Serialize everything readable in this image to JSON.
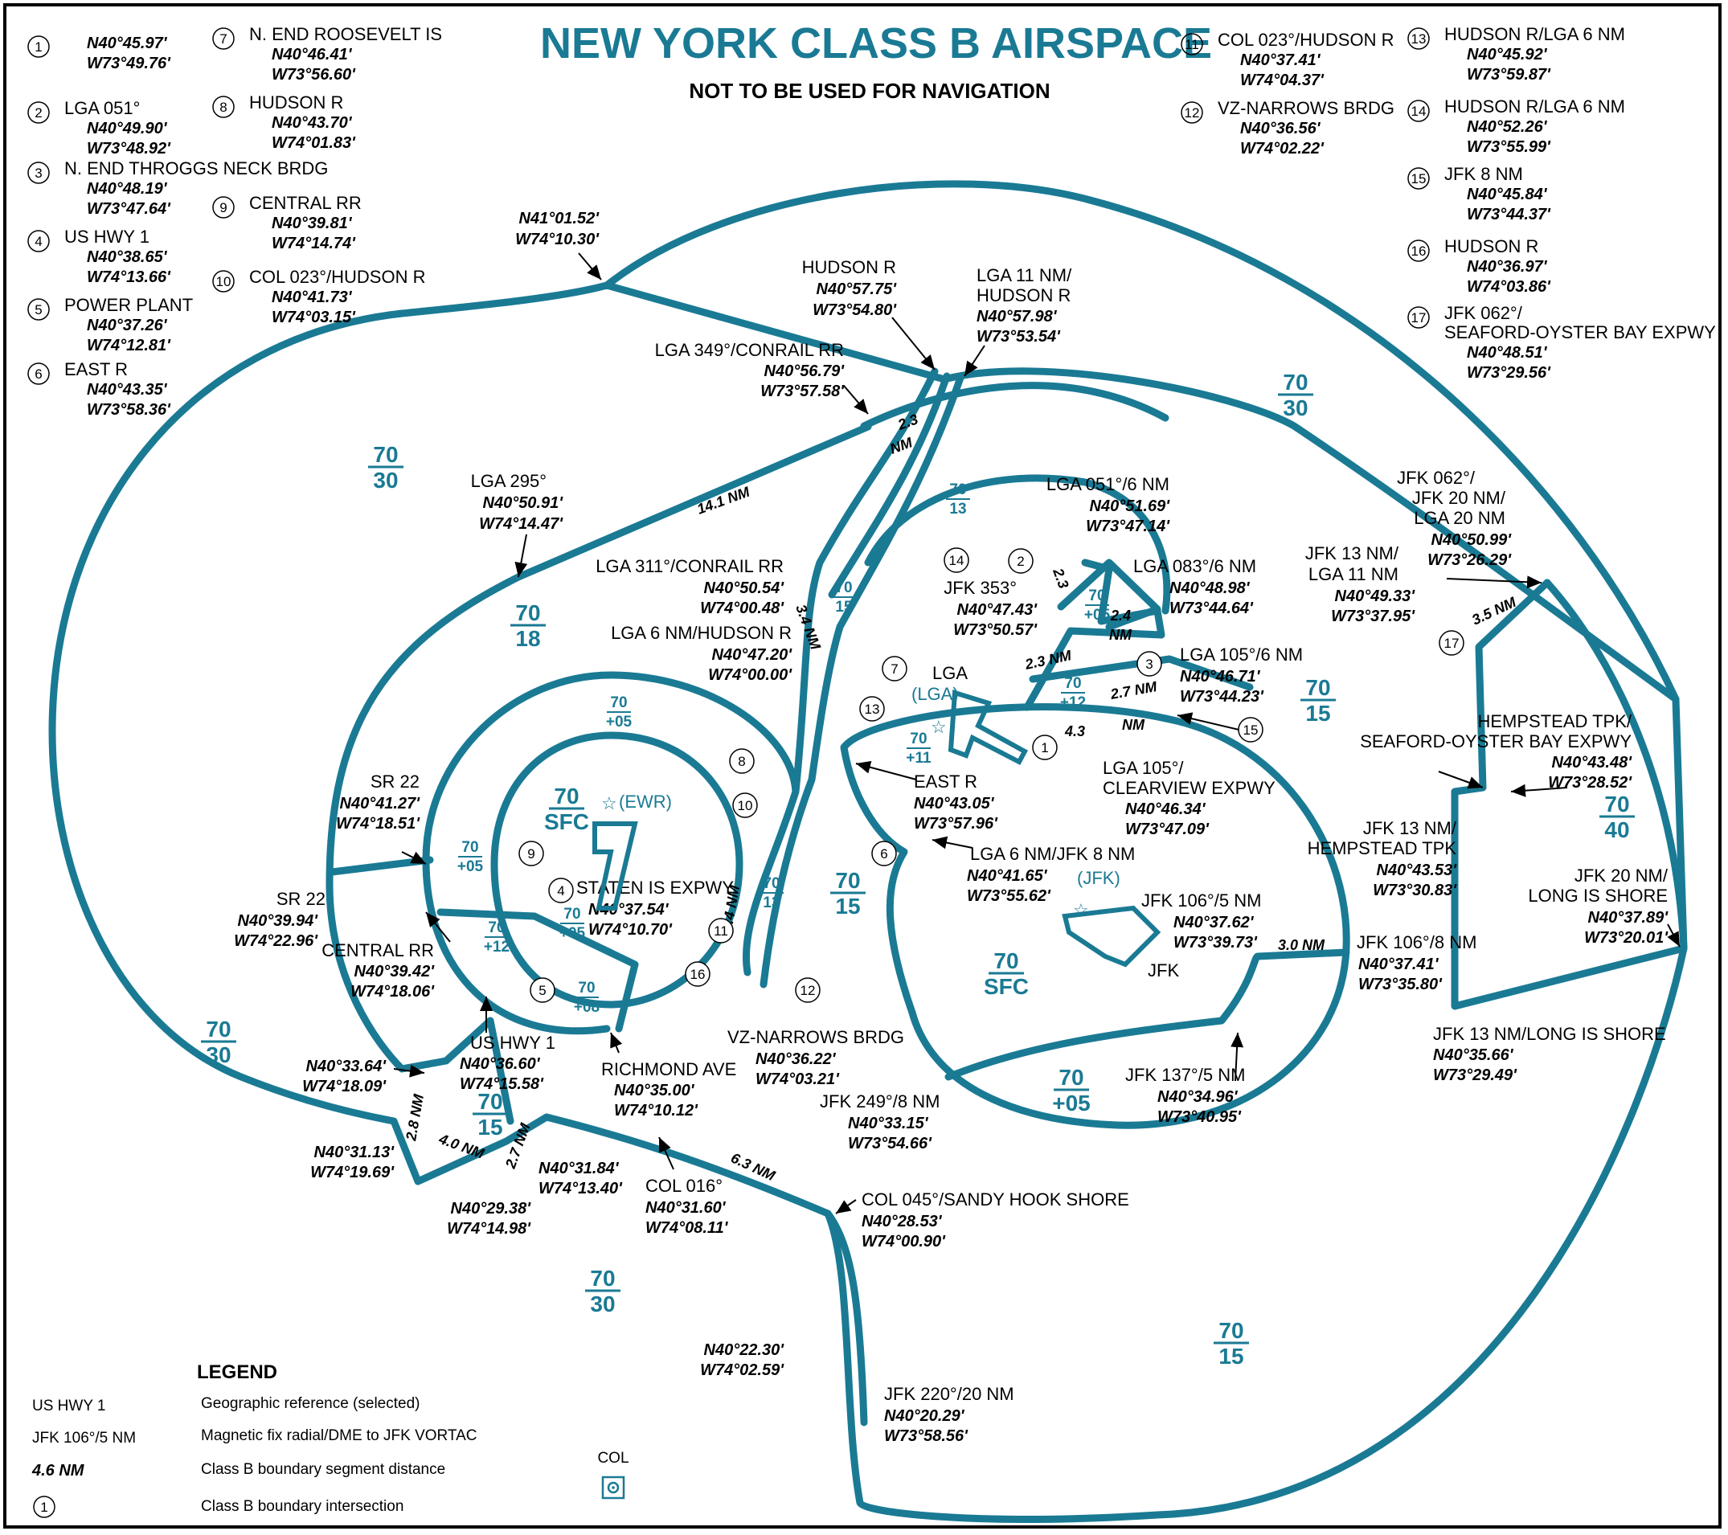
{
  "title": "NEW YORK CLASS B AIRSPACE",
  "subtitle": "NOT TO BE USED FOR NAVIGATION",
  "colors": {
    "boundary": "#1a7a94",
    "text": "#000000"
  },
  "points_left": [
    {
      "n": "1",
      "name": "",
      "lat": "N40°45.97'",
      "lon": "W73°49.76'"
    },
    {
      "n": "2",
      "name": "LGA 051°",
      "lat": "N40°49.90'",
      "lon": "W73°48.92'"
    },
    {
      "n": "3",
      "name": "N. END THROGGS NECK BRDG",
      "lat": "N40°48.19'",
      "lon": "W73°47.64'"
    },
    {
      "n": "4",
      "name": "US HWY 1",
      "lat": "N40°38.65'",
      "lon": "W74°13.66'"
    },
    {
      "n": "5",
      "name": "POWER PLANT",
      "lat": "N40°37.26'",
      "lon": "W74°12.81'"
    },
    {
      "n": "6",
      "name": "EAST R",
      "lat": "N40°43.35'",
      "lon": "W73°58.36'"
    }
  ],
  "points_mid": [
    {
      "n": "7",
      "name": "N. END ROOSEVELT IS",
      "lat": "N40°46.41'",
      "lon": "W73°56.60'"
    },
    {
      "n": "8",
      "name": "HUDSON R",
      "lat": "N40°43.70'",
      "lon": "W74°01.83'"
    },
    {
      "n": "9",
      "name": "CENTRAL RR",
      "lat": "N40°39.81'",
      "lon": "W74°14.74'"
    },
    {
      "n": "10",
      "name": "COL 023°/HUDSON R",
      "lat": "N40°41.73'",
      "lon": "W74°03.15'"
    }
  ],
  "points_right1": [
    {
      "n": "11",
      "name": "COL 023°/HUDSON R",
      "lat": "N40°37.41'",
      "lon": "W74°04.37'"
    },
    {
      "n": "12",
      "name": "VZ-NARROWS BRDG",
      "lat": "N40°36.56'",
      "lon": "W74°02.22'"
    }
  ],
  "points_right2": [
    {
      "n": "13",
      "name": "HUDSON R/LGA 6 NM",
      "lat": "N40°45.92'",
      "lon": "W73°59.87'"
    },
    {
      "n": "14",
      "name": "HUDSON R/LGA 6 NM",
      "lat": "N40°52.26'",
      "lon": "W73°55.99'"
    },
    {
      "n": "15",
      "name": "JFK 8 NM",
      "lat": "N40°45.84'",
      "lon": "W73°44.37'"
    },
    {
      "n": "16",
      "name": "HUDSON R",
      "lat": "N40°36.97'",
      "lon": "W74°03.86'"
    },
    {
      "n": "17",
      "name": "JFK 062°/ SEAFORD-OYSTER BAY EXPWY",
      "lat": "N40°48.51'",
      "lon": "W73°29.56'"
    }
  ],
  "map_labels": {
    "nw": {
      "lat": "N41°01.52'",
      "lon": "W74°10.30'"
    },
    "hudson_top": {
      "name": "HUDSON R",
      "lat": "N40°57.75'",
      "lon": "W73°54.80'"
    },
    "lga11": {
      "name1": "LGA 11 NM/",
      "name2": "HUDSON R",
      "lat": "N40°57.98'",
      "lon": "W73°53.54'"
    },
    "lga349": {
      "name": "LGA 349°/CONRAIL RR",
      "lat": "N40°56.79'",
      "lon": "W73°57.58'"
    },
    "lga295": {
      "name": "LGA 295°",
      "lat": "N40°50.91'",
      "lon": "W74°14.47'"
    },
    "lga311": {
      "name": "LGA 311°/CONRAIL RR",
      "lat": "N40°50.54'",
      "lon": "W74°00.48'"
    },
    "lga6hud": {
      "name": "LGA 6 NM/HUDSON R",
      "lat": "N40°47.20'",
      "lon": "W74°00.00'"
    },
    "lga051": {
      "name": "LGA 051°/6 NM",
      "lat": "N40°51.69'",
      "lon": "W73°47.14'"
    },
    "jfk353": {
      "name": "JFK 353°",
      "lat": "N40°47.43'",
      "lon": "W73°50.57'"
    },
    "lga083": {
      "name": "LGA 083°/6 NM",
      "lat": "N40°48.98'",
      "lon": "W73°44.64'"
    },
    "lga105a": {
      "name": "LGA 105°/6 NM",
      "lat": "N40°46.71'",
      "lon": "W73°44.23'"
    },
    "lga105b": {
      "name1": "LGA 105°/",
      "name2": "CLEARVIEW EXPWY",
      "lat": "N40°46.34'",
      "lon": "W73°47.09'"
    },
    "jfk062": {
      "l1": "JFK 062°/",
      "l2": "JFK 20 NM/",
      "l3": "LGA 20 NM",
      "lat": "N40°50.99'",
      "lon": "W73°26.29'"
    },
    "jfk13lga11": {
      "l1": "JFK 13 NM/",
      "l2": "LGA 11 NM",
      "lat": "N40°49.33'",
      "lon": "W73°37.95'"
    },
    "hempstead": {
      "l1": "HEMPSTEAD TPK/",
      "l2": "SEAFORD-OYSTER BAY EXPWY",
      "lat": "N40°43.48'",
      "lon": "W73°28.52'"
    },
    "jfk13hemp": {
      "l1": "JFK 13 NM/",
      "l2": "HEMPSTEAD TPK",
      "lat": "N40°43.53'",
      "lon": "W73°30.83'"
    },
    "jfk20li": {
      "l1": "JFK 20 NM/",
      "l2": "LONG IS SHORE",
      "lat": "N40°37.89'",
      "lon": "W73°20.01'"
    },
    "jfk106_8": {
      "name": "JFK 106°/8 NM",
      "lat": "N40°37.41'",
      "lon": "W73°35.80'"
    },
    "jfk13li": {
      "name": "JFK 13 NM/LONG IS SHORE",
      "lat": "N40°35.66'",
      "lon": "W73°29.49'"
    },
    "jfk106_5": {
      "name": "JFK 106°/5 NM",
      "lat": "N40°37.62'",
      "lon": "W73°39.73'"
    },
    "jfk137": {
      "name": "JFK 137°/5 NM",
      "lat": "N40°34.96'",
      "lon": "W73°40.95'"
    },
    "eastr": {
      "name": "EAST R",
      "lat": "N40°43.05'",
      "lon": "W73°57.96'"
    },
    "lga6jfk8": {
      "name": "LGA 6 NM/JFK 8 NM",
      "lat": "N40°41.65'",
      "lon": "W73°55.62'"
    },
    "sr22a": {
      "name": "SR 22",
      "lat": "N40°41.27'",
      "lon": "W74°18.51'"
    },
    "sr22b": {
      "name": "SR 22",
      "lat": "N40°39.94'",
      "lon": "W74°22.96'"
    },
    "centralrr": {
      "name": "CENTRAL RR",
      "lat": "N40°39.42'",
      "lon": "W74°18.06'"
    },
    "statenis": {
      "name": "STATEN IS EXPWY",
      "lat": "N40°37.54'",
      "lon": "W74°10.70'"
    },
    "ushwy1": {
      "name": "US HWY 1",
      "lat": "N40°36.60'",
      "lon": "W74°15.58'"
    },
    "richmond": {
      "name": "RICHMOND AVE",
      "lat": "N40°35.00'",
      "lon": "W74°10.12'"
    },
    "vz": {
      "name": "VZ-NARROWS BRDG",
      "lat": "N40°36.22'",
      "lon": "W74°03.21'"
    },
    "jfk249": {
      "name": "JFK 249°/8 NM",
      "lat": "N40°33.15'",
      "lon": "W73°54.66'"
    },
    "sw1": {
      "lat": "N40°33.64'",
      "lon": "W74°18.09'"
    },
    "sw2": {
      "lat": "N40°31.13'",
      "lon": "W74°19.69'"
    },
    "sw3": {
      "lat": "N40°29.38'",
      "lon": "W74°14.98'"
    },
    "sw4": {
      "lat": "N40°31.84'",
      "lon": "W74°13.40'"
    },
    "col016": {
      "name": "COL 016°",
      "lat": "N40°31.60'",
      "lon": "W74°08.11'"
    },
    "col045": {
      "name": "COL 045°/SANDY HOOK SHORE",
      "lat": "N40°28.53'",
      "lon": "W74°00.90'"
    },
    "s1": {
      "lat": "N40°22.30'",
      "lon": "W74°02.59'"
    },
    "jfk220": {
      "name": "JFK 220°/20 NM",
      "lat": "N40°20.29'",
      "lon": "W73°58.56'"
    }
  },
  "segments": {
    "s23": "2.3",
    "nm": "NM",
    "s141": "14.1 NM",
    "s34": "3.4 NM",
    "s44": "4.4 NM",
    "s23b": "2.3",
    "s24": "2.4",
    "s23c": "2.3 NM",
    "s27": "2.7 NM",
    "s43": "4.3",
    "s35": "3.5 NM",
    "s30": "3.0 NM",
    "s28": "2.8 NM",
    "s40": "4.0 NM",
    "s27b": "2.7 NM",
    "s63": "6.3 NM"
  },
  "altitudes": {
    "nw": [
      "70",
      "30"
    ],
    "ne": [
      "70",
      "30"
    ],
    "w": [
      "70",
      "30"
    ],
    "s": [
      "70",
      "30"
    ],
    "se": [
      "70",
      "15"
    ],
    "r": [
      "70",
      "15"
    ],
    "mid": [
      "70",
      "15"
    ],
    "ewr_sw": [
      "70",
      "15"
    ],
    "a18": [
      "70",
      "18"
    ],
    "ewr": [
      "70",
      "SFC"
    ],
    "jfk": [
      "70",
      "SFC"
    ],
    "e40": [
      "70",
      "40"
    ],
    "jfk05": [
      "70",
      "+05"
    ],
    "ewr05": [
      "70",
      "+05"
    ],
    "w05": [
      "70",
      "+05"
    ],
    "c12": [
      "70",
      "+12"
    ],
    "lga12": [
      "70",
      "+12"
    ],
    "c08": [
      "70",
      "+08"
    ],
    "c05s": [
      "70",
      "+05"
    ],
    "lga11": [
      "70",
      "+11"
    ],
    "lga05": [
      "70",
      "+05"
    ],
    "h13a": [
      "70",
      "13"
    ],
    "h15": [
      "70",
      "15"
    ],
    "h13b": [
      "70",
      "13"
    ]
  },
  "airports": {
    "ewr": "(EWR)",
    "lga_name": "LGA",
    "lga": "(LGA)",
    "jfk": "(JFK)",
    "jfk_name": "JFK"
  },
  "legend": {
    "title": "LEGEND",
    "rows": [
      {
        "sym": "US HWY 1",
        "desc": "Geographic reference (selected)"
      },
      {
        "sym": "JFK 106°/5 NM",
        "desc": "Magnetic fix radial/DME to JFK VORTAC"
      },
      {
        "sym": "4.6 NM",
        "desc": "Class B boundary segment distance"
      },
      {
        "sym": "1",
        "desc": "Class B boundary intersection"
      }
    ],
    "col": "COL"
  }
}
